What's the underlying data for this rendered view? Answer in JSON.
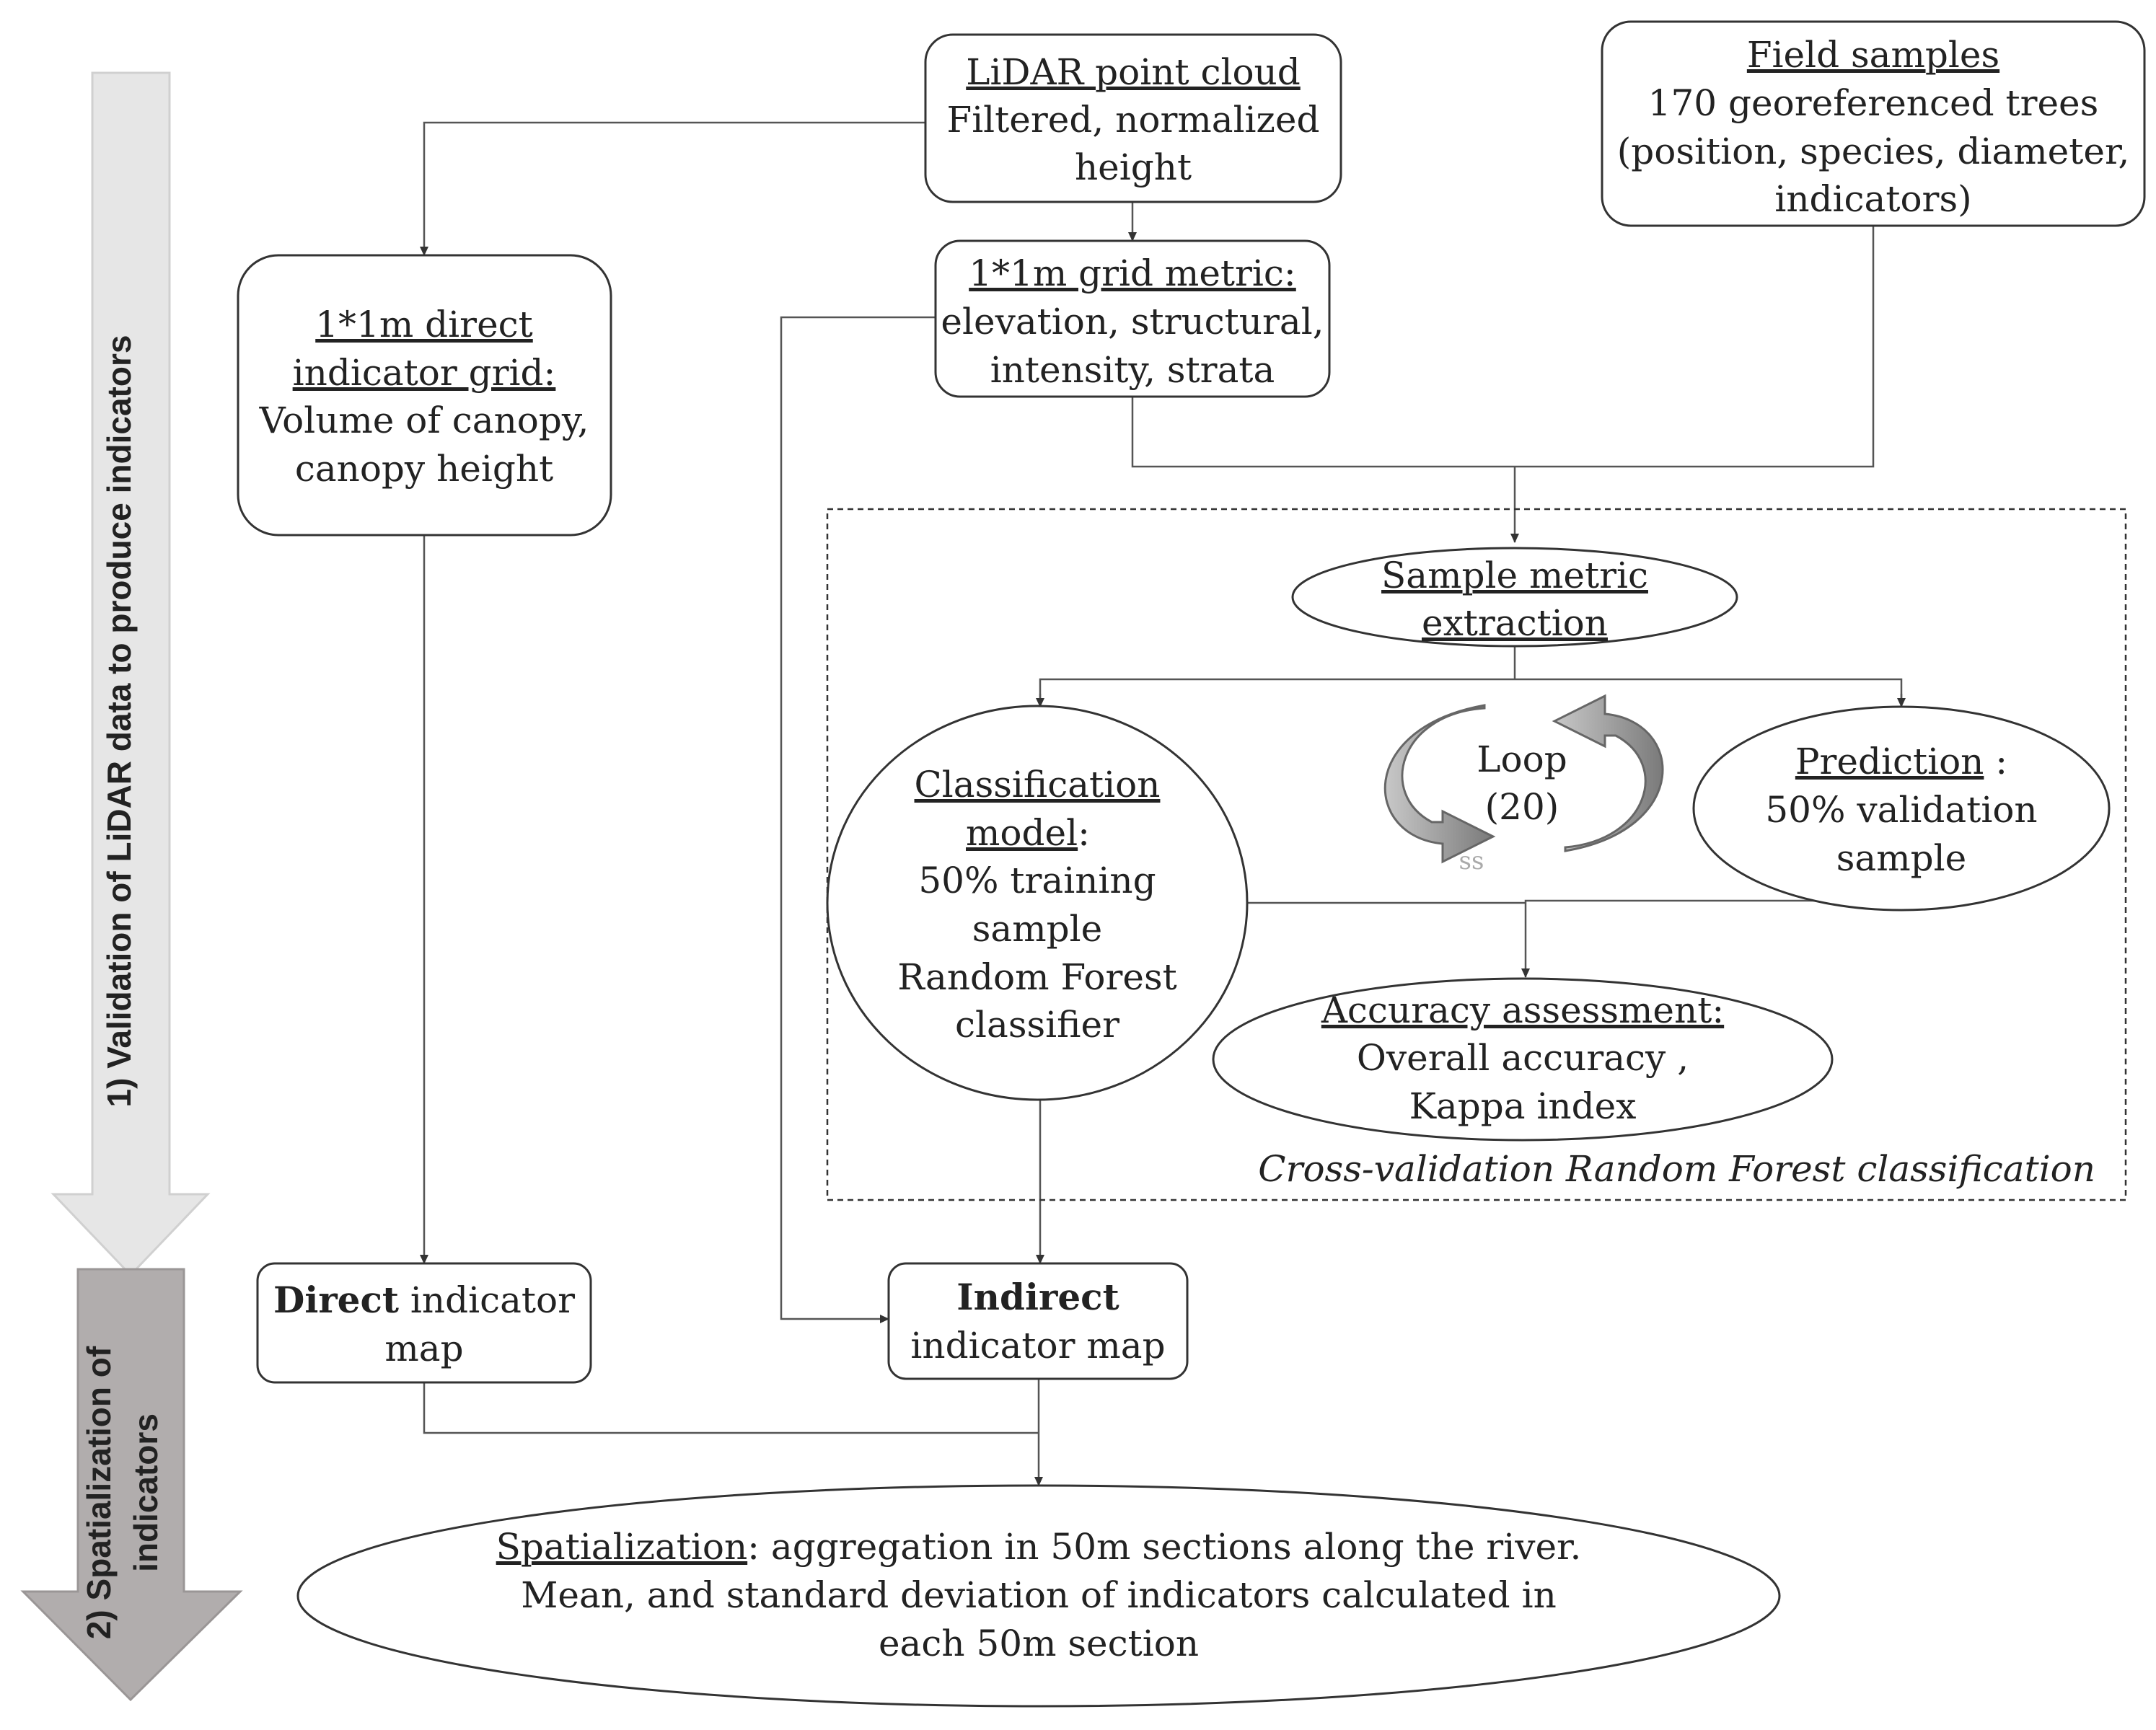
{
  "phases": {
    "phase1_label": "1) Validation of LiDAR data to produce indicators",
    "phase2_label_line1": "2) Spatialization of",
    "phase2_label_line2": "indicators"
  },
  "nodes": {
    "lidar": {
      "title": "LiDAR point cloud",
      "line1": "Filtered, normalized",
      "line2": "height"
    },
    "field": {
      "title": "Field samples",
      "line1": "170 georeferenced trees",
      "line2": "(position, species, diameter,",
      "line3": "indicators)"
    },
    "direct_grid": {
      "title_line1": "1*1m direct",
      "title_line2": "indicator grid:",
      "line1": "Volume of canopy,",
      "line2": "canopy height"
    },
    "grid_metric": {
      "title": "1*1m grid metric:",
      "line1": "elevation, structural,",
      "line2": "intensity, strata"
    },
    "sample_extraction": {
      "line1": "Sample metric",
      "line2": "extraction"
    },
    "classification": {
      "title_line1": "Classification",
      "title_line2": "model",
      "title_suffix": ":",
      "line1": "50% training",
      "line2": "sample",
      "line3": "Random Forest",
      "line4": "classifier"
    },
    "loop": {
      "line1": "Loop",
      "line2": "(20)",
      "mark": "ss"
    },
    "prediction": {
      "title": "Prediction",
      "title_suffix": " :",
      "line1": "50% validation",
      "line2": "sample"
    },
    "accuracy": {
      "title": "Accuracy assessment:",
      "line1": "Overall accuracy ,",
      "line2": "Kappa index"
    },
    "cross_validation_caption": "Cross-validation Random Forest classification",
    "direct_map": {
      "bold": "Direct",
      "rest": " indicator",
      "line2": "map"
    },
    "indirect_map": {
      "bold": "Indirect",
      "line2": "indicator map"
    },
    "spatialization": {
      "title": "Spatialization",
      "title_rest": ": aggregation in 50m sections along the river.",
      "line2": "Mean, and standard deviation of indicators calculated in",
      "line3": "each 50m section"
    }
  },
  "colors": {
    "phase1_arrow": "#e6e6e6",
    "phase2_arrow": "#b1adad",
    "loop_arrow": "#8a8a8a",
    "stroke": "#333333",
    "connector": "#555555"
  }
}
